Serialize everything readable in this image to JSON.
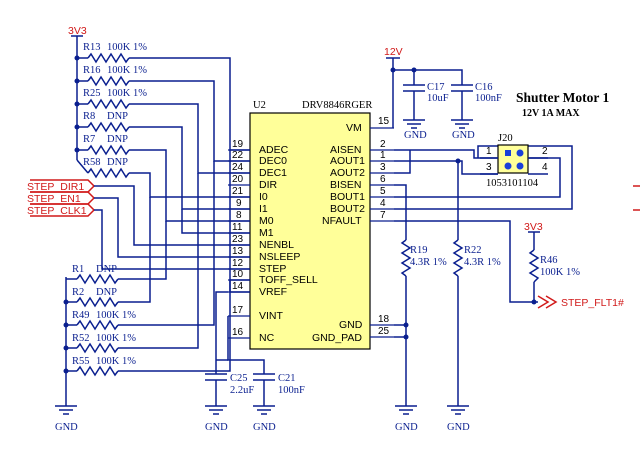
{
  "title": "Shutter Motor 1",
  "subtitle": "12V 1A MAX",
  "ic": {
    "designator": "U2",
    "part": "DRV8846RGER",
    "left_pins": [
      {
        "name": "ADEC",
        "num": "19"
      },
      {
        "name": "DEC0",
        "num": "22"
      },
      {
        "name": "DEC1",
        "num": "24"
      },
      {
        "name": "DIR",
        "num": "20"
      },
      {
        "name": "I0",
        "num": "21"
      },
      {
        "name": "I1",
        "num": "9"
      },
      {
        "name": "M0",
        "num": "8"
      },
      {
        "name": "M1",
        "num": "11"
      },
      {
        "name": "NENBL",
        "num": "23"
      },
      {
        "name": "NSLEEP",
        "num": "13"
      },
      {
        "name": "STEP",
        "num": "12"
      },
      {
        "name": "TOFF_SELL",
        "num": "10"
      },
      {
        "name": "VREF",
        "num": "14"
      },
      {
        "name": "VINT",
        "num": "17"
      },
      {
        "name": "NC",
        "num": "16"
      }
    ],
    "right_pins": [
      {
        "name": "VM",
        "num": "15"
      },
      {
        "name": "AISEN",
        "num": "2"
      },
      {
        "name": "AOUT1",
        "num": "1"
      },
      {
        "name": "AOUT2",
        "num": "3"
      },
      {
        "name": "BISEN",
        "num": "6"
      },
      {
        "name": "BOUT1",
        "num": "5"
      },
      {
        "name": "BOUT2",
        "num": "4"
      },
      {
        "name": "NFAULT",
        "num": "7"
      },
      {
        "name": "GND",
        "num": "18"
      },
      {
        "name": "GND_PAD",
        "num": "25"
      }
    ]
  },
  "rails": {
    "v33": "3V3",
    "v12": "12V",
    "gnd": "GND"
  },
  "resistors_top": [
    {
      "ref": "R13",
      "value": "100K 1%"
    },
    {
      "ref": "R16",
      "value": "100K 1%"
    },
    {
      "ref": "R25",
      "value": "100K 1%"
    },
    {
      "ref": "R8",
      "value": "DNP"
    },
    {
      "ref": "R7",
      "value": "DNP"
    },
    {
      "ref": "R58",
      "value": "DNP"
    }
  ],
  "resistors_bottom": [
    {
      "ref": "R1",
      "value": "DNP"
    },
    {
      "ref": "R2",
      "value": "DNP"
    },
    {
      "ref": "R49",
      "value": "100K 1%"
    },
    {
      "ref": "R52",
      "value": "100K 1%"
    },
    {
      "ref": "R55",
      "value": "100K 1%"
    }
  ],
  "net_ports": {
    "dir": "STEP_DIR1",
    "en": "STEP_EN1",
    "clk": "STEP_CLK1",
    "flt": "STEP_FLT1#"
  },
  "caps": {
    "c17": {
      "ref": "C17",
      "value": "10uF"
    },
    "c16": {
      "ref": "C16",
      "value": "100nF"
    },
    "c25": {
      "ref": "C25",
      "value": "2.2uF"
    },
    "c21": {
      "ref": "C21",
      "value": "100nF"
    }
  },
  "sense": {
    "r19": {
      "ref": "R19",
      "value": "4.3R 1%"
    },
    "r22": {
      "ref": "R22",
      "value": "4.3R 1%"
    },
    "r46": {
      "ref": "R46",
      "value": "100K 1%"
    }
  },
  "connector": {
    "ref": "J20",
    "part": "1053101104",
    "pins": [
      "1",
      "2",
      "3",
      "4"
    ]
  }
}
